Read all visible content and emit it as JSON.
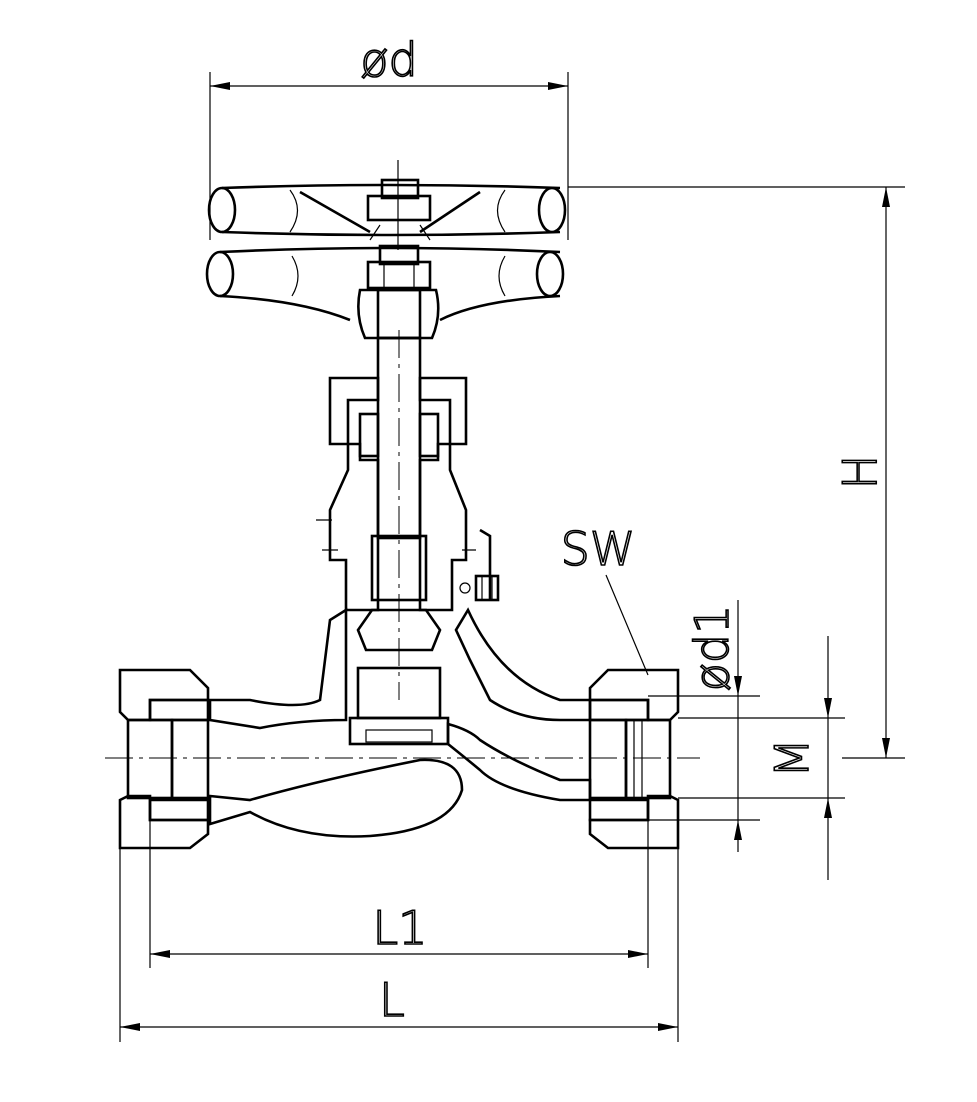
{
  "labels": {
    "od": "ød",
    "h": "H",
    "sw": "SW",
    "od1": "ød1",
    "m": "M",
    "l1": "L1",
    "l": "L"
  },
  "colors": {
    "line": "#000000",
    "background": "#ffffff"
  }
}
